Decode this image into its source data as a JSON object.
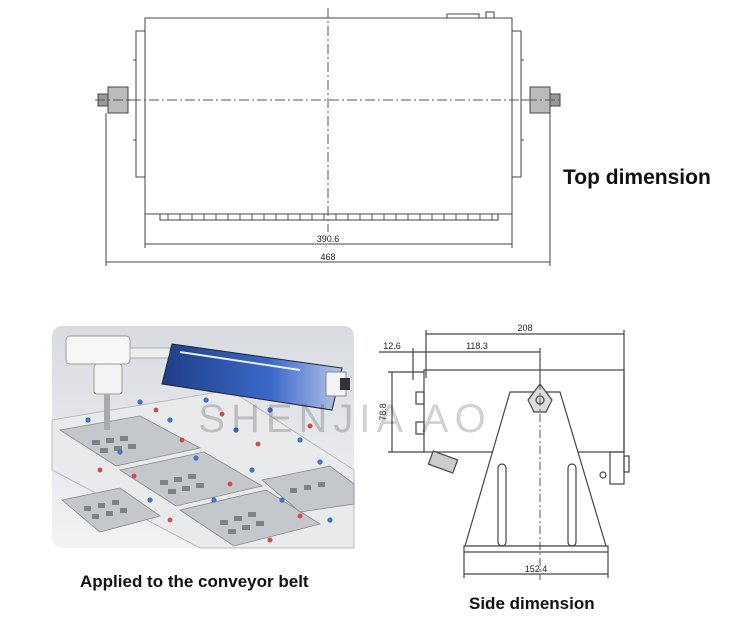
{
  "top_view": {
    "caption": "Top dimension",
    "dim_inner": "390.6",
    "dim_outer": "468"
  },
  "side_view": {
    "caption": "Side dimension",
    "dim_total_width": "208",
    "dim_offset": "12.6",
    "dim_body": "118.3",
    "dim_height": "78.8",
    "dim_base": "152.4"
  },
  "photo": {
    "caption": "Applied to the conveyor belt"
  },
  "watermark": "SHENJIA AO"
}
